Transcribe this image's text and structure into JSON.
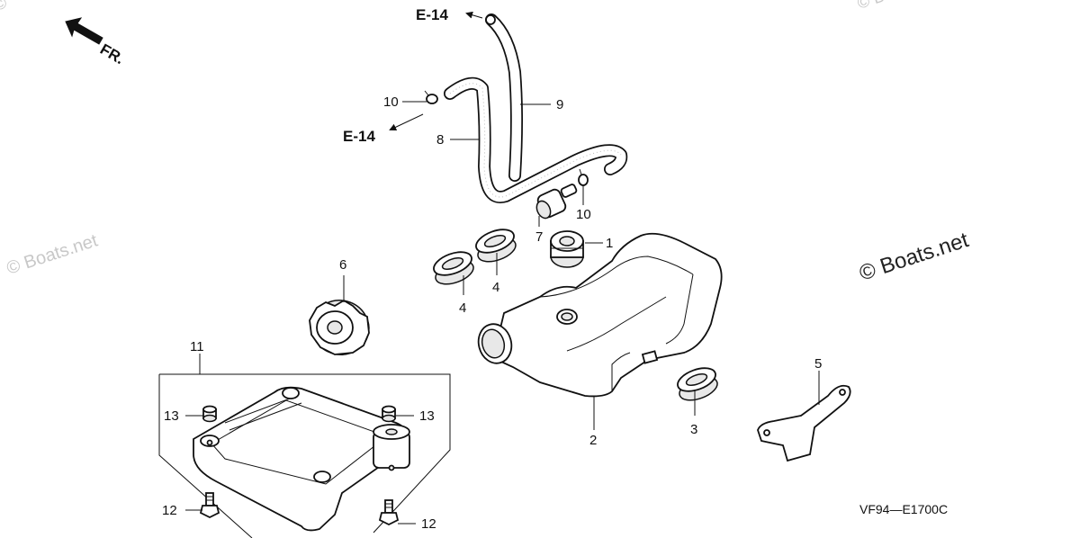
{
  "watermark": {
    "left": "© Boats.net",
    "right": "© Boats.net"
  },
  "direction": {
    "label": "FR."
  },
  "references": {
    "top": "E-14",
    "middle": "E-14"
  },
  "callouts": {
    "c1": "1",
    "c2": "2",
    "c3": "3",
    "c4a": "4",
    "c4b": "4",
    "c5": "5",
    "c6": "6",
    "c7": "7",
    "c8": "8",
    "c9": "9",
    "c10a": "10",
    "c10b": "10",
    "c11": "11",
    "c12a": "12",
    "c12b": "12",
    "c13a": "13",
    "c13b": "13"
  },
  "diagram_code": "VF94—E1700C"
}
